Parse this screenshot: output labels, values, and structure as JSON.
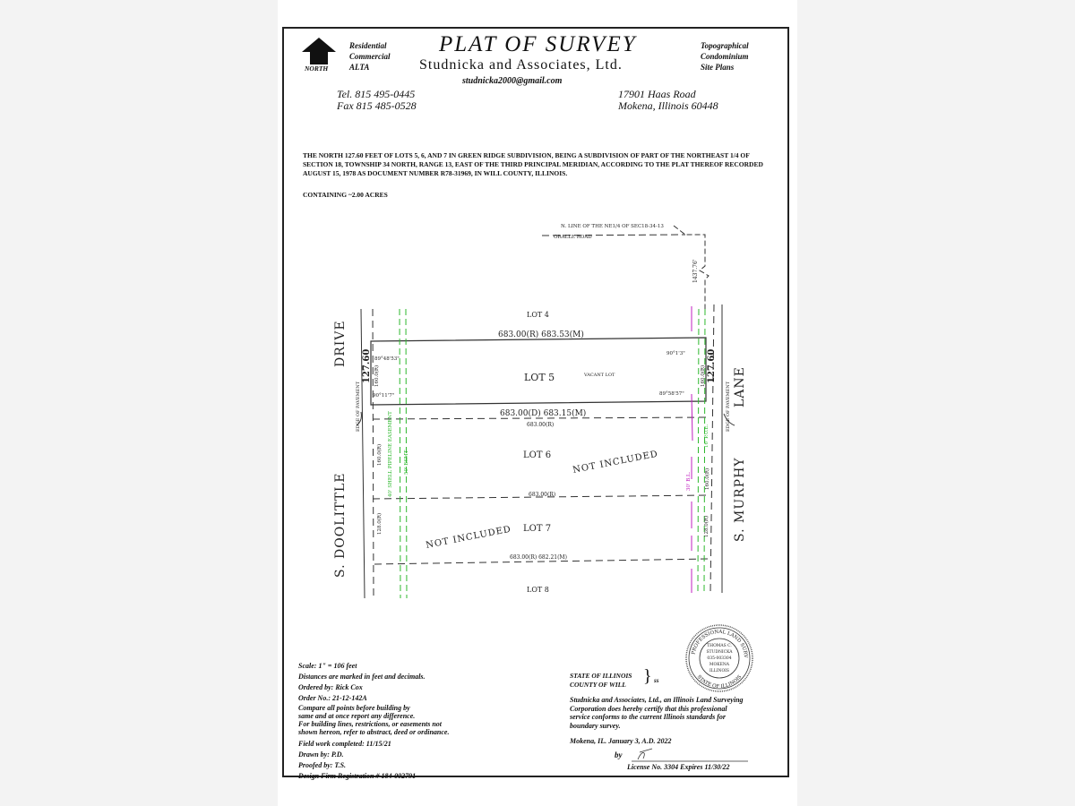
{
  "header": {
    "north_label": "NORTH",
    "services_left": [
      "Residential",
      "Commercial",
      "ALTA"
    ],
    "title": "PLAT OF SURVEY",
    "company": "Studnicka and Associates, Ltd.",
    "email": "studnicka2000@gmail.com",
    "services_right": [
      "Topographical",
      "Condominium",
      "Site Plans"
    ],
    "tel": "Tel. 815 495-0445",
    "fax": "Fax 815 485-0528",
    "address_line1": "17901 Haas Road",
    "address_line2": "Mokena, Illinois 60448"
  },
  "legal_description": "THE NORTH 127.60 FEET OF LOTS 5, 6, AND 7 IN GREEN RIDGE SUBDIVISION, BEING A SUBDIVISION OF PART OF THE NORTHEAST 1/4 OF SECTION 18, TOWNSHIP 34 NORTH, RANGE 13, EAST OF THE THIRD PRINCIPAL MERIDIAN, ACCORDING TO THE PLAT THEREOF RECORDED AUGUST 15, 1978 AS DOCUMENT NUMBER R78-31969, IN WILL COUNTY, ILLINOIS.",
  "containing": "CONTAINING ~2.00 ACRES",
  "plat": {
    "section_line": "N. LINE OF THE NE1/4 OF SEC18-34-13",
    "road_top": "ORALLE ROAD",
    "tie_distance": "1437.76'",
    "road_west_1": "DRIVE",
    "road_west_2": "S. DOOLITTLE",
    "road_east_1": "LANE",
    "road_east_2": "S. MURPHY",
    "edge_pavement": "EDGE OF PAVEMENT",
    "lot4": "LOT 4",
    "lot5": "LOT 5",
    "lot6": "LOT 6",
    "lot7": "LOT 7",
    "lot8": "LOT 8",
    "vacant": "VACANT LOT",
    "north_dim": "683.00(R) 683.53(M)",
    "south_dim": "683.00(D) 683.15(M)",
    "lot6_top_dim": "683.00(R)",
    "lot6_bottom_dim": "683.00(R)",
    "lot7_bottom_dim": "683.00(R)   682.21(M)",
    "west_dim": "127.60",
    "east_dim": "127.60",
    "west_record": "160.0(R)",
    "east_record": "160.0(R)",
    "lot6_west": "160.0(R)",
    "lot6_east": "160.0(R)",
    "lot7_west": "128.0(R)",
    "lot7_east": "128.0(R)",
    "angle_nw": "89°48'53\"",
    "angle_sw": "90°11'7\"",
    "angle_ne": "90°1'3\"",
    "angle_se": "89°58'57\"",
    "pipeline": "40' SHELL PIPELINE EASEMENT",
    "easement_w": "50' ESMT",
    "easement_e": "16' P.U.E.",
    "setback": "30' B.L.",
    "not_included_1": "NOT INCLUDED",
    "not_included_2": "NOT INCLUDED"
  },
  "notes": {
    "scale": "Scale: 1\" =  106  feet",
    "distances": "Distances are marked in feet and decimals.",
    "ordered_by": "Ordered by:   Rick Cox",
    "order_no": "Order No.:   21-12-142A",
    "compare_1": "Compare all points before building by",
    "compare_2": "same and at once report any difference.",
    "building_1": "For building lines, restrictions, or easements not",
    "building_2": "shown hereon, refer to abstract, deed or ordinance.",
    "field_work": "Field work completed: 11/15/21",
    "drawn_by": "Drawn by:   P.D.",
    "proofed_by": "Proofed by:   T.S.",
    "registration": "Design Firm Registration # 184-002791"
  },
  "certification": {
    "state": "STATE OF ILLINOIS",
    "county": "COUNTY OF WILL",
    "ss": "ss",
    "text_1": "Studnicka and Associates, Ltd., an Illinois  Land Surveying",
    "text_2": "Corporation does hereby certify that this professional",
    "text_3": "service conforms to the current Illinois standards for",
    "text_4": "boundary survey.",
    "date": "Mokena, IL. January 3, A.D. 2022",
    "by": "by",
    "license": "License No. 3304 Expires 11/30/22",
    "seal_ring_top": "PROFESSIONAL LAND SURVEYOR",
    "seal_ring_bottom": "STATE OF ILLINOIS",
    "seal_lines": [
      "THOMAS C.",
      "STUDNICKA",
      "035-003304",
      "MOKENA",
      "ILLINOIS"
    ]
  }
}
